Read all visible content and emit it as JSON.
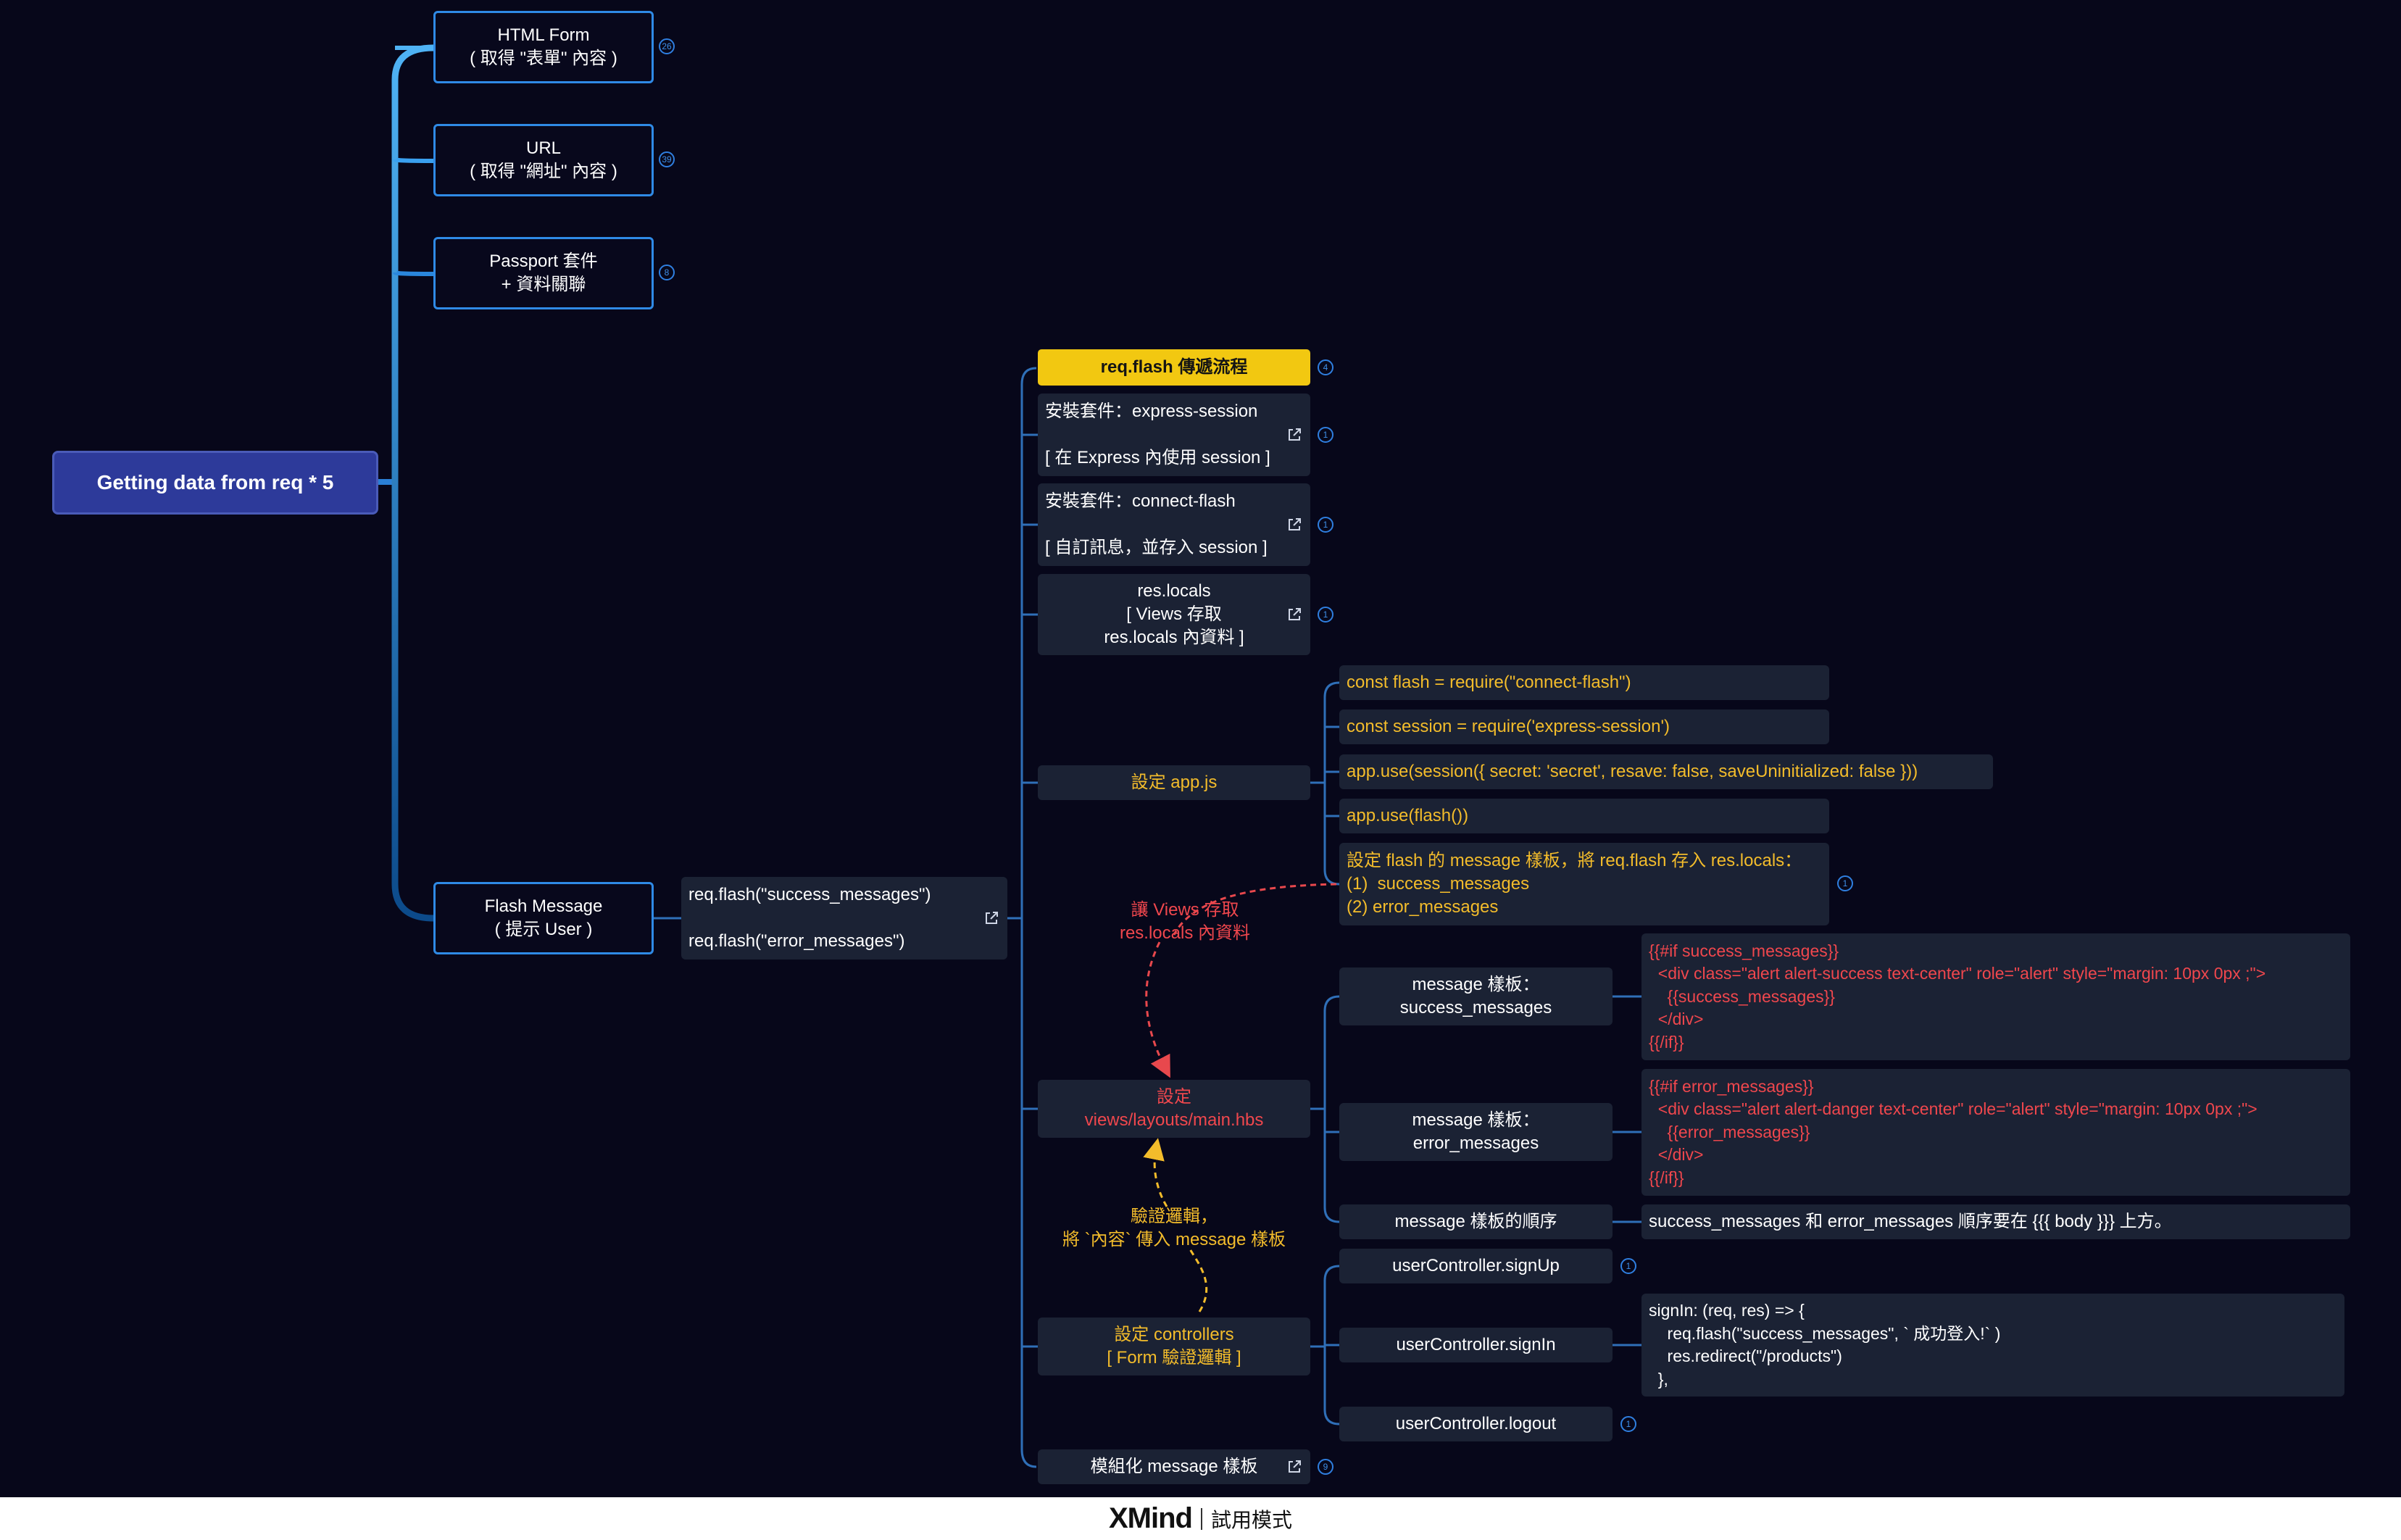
{
  "root": {
    "label": "Getting data from req * 5"
  },
  "branches": [
    {
      "label": "HTML Form\n( 取得 \"表單\" 內容 )",
      "badge": "26"
    },
    {
      "label": "URL\n( 取得 \"網址\" 內容 )",
      "badge": "39"
    },
    {
      "label": "Passport 套件\n+ 資料關聯",
      "badge": "8"
    },
    {
      "label": "Flash Message\n( 提示 User )"
    }
  ],
  "flash_calls": {
    "label": "req.flash(\"success_messages\")\n\nreq.flash(\"error_messages\")"
  },
  "flow": {
    "title": {
      "label": "req.flash 傳遞流程",
      "badge": "4"
    },
    "express_session": {
      "label": "安裝套件：express-session\n\n[ 在 Express 內使用 session ]",
      "badge": "1"
    },
    "connect_flash": {
      "label": "安裝套件：connect-flash\n\n[ 自訂訊息，並存入 session ]",
      "badge": "1"
    },
    "res_locals": {
      "label": "res.locals\n[ Views 存取\nres.locals 內資料 ]",
      "badge": "1"
    },
    "app_js": {
      "label": "設定 app.js",
      "lines": [
        "const flash = require(\"connect-flash\")",
        "const session = require('express-session')",
        "app.use(session({ secret: 'secret', resave: false, saveUninitialized: false }))",
        "app.use(flash())",
        "設定 flash 的 message 樣板，將 req.flash 存入 res.locals：\n(1)  success_messages\n(2) error_messages"
      ],
      "last_badge": "1"
    },
    "main_hbs": {
      "label": "設定\nviews/layouts/main.hbs",
      "templates": [
        {
          "label": "message 樣板：\nsuccess_messages",
          "code": "{{#if success_messages}}\n  <div class=\"alert alert-success text-center\" role=\"alert\" style=\"margin: 10px 0px ;\">\n    {{success_messages}}\n  </div>\n{{/if}}"
        },
        {
          "label": "message 樣板：\nerror_messages",
          "code": "{{#if error_messages}}\n  <div class=\"alert alert-danger text-center\" role=\"alert\" style=\"margin: 10px 0px ;\">\n    {{error_messages}}\n  </div>\n{{/if}}"
        },
        {
          "label": "message 樣板的順序",
          "code": "success_messages 和 error_messages 順序要在 {{{ body }}} 上方。"
        }
      ]
    },
    "controllers": {
      "label": "設定 controllers\n[ Form 驗證邏輯 ]",
      "items": [
        {
          "label": "userController.signUp",
          "badge": "1"
        },
        {
          "label": "userController.signIn",
          "code": "signIn: (req, res) => {\n    req.flash(\"success_messages\", ` 成功登入!` )\n    res.redirect(\"/products\")\n  },",
          "badge": ""
        },
        {
          "label": "userController.logout",
          "badge": "1"
        }
      ]
    },
    "modular": {
      "label": "模組化 message 樣板",
      "badge": "9"
    }
  },
  "annotations": {
    "views_access": "讓 Views 存取\nres.locals 內資料",
    "validation": "驗證邏輯，\n將 `內容` 傳入 message 樣板"
  },
  "footer": {
    "brand": "XMind",
    "mode": "試用模式"
  },
  "colors": {
    "background": "#07071a",
    "node": "#1b2234",
    "branch_line": "#2f8ae6",
    "highlight": "#f2c811",
    "yellow_text": "#f3bc2b",
    "red_text": "#f0474d"
  }
}
